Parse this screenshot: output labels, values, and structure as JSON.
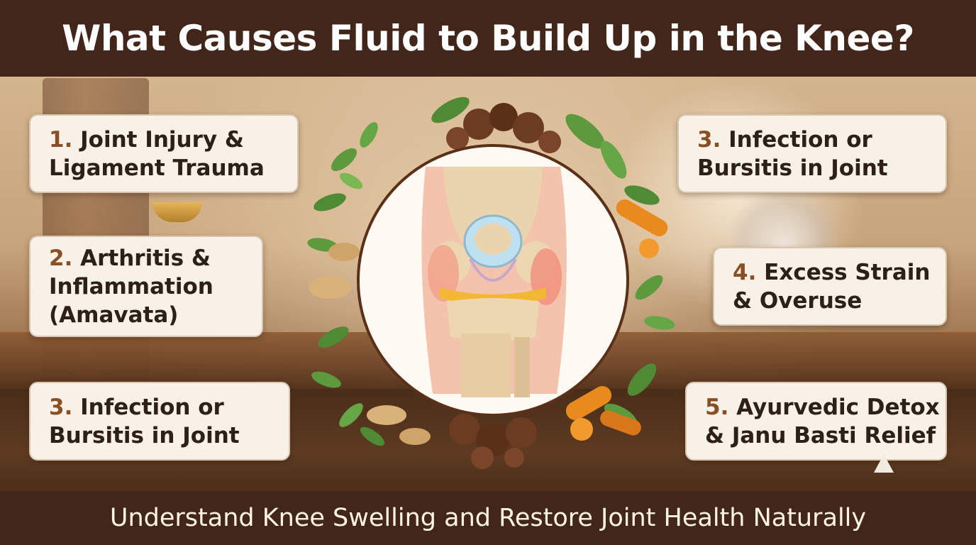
{
  "header": {
    "title": "What Causes Fluid to Build Up in the Knee?"
  },
  "cards": [
    {
      "number": "1. ",
      "lines": [
        "Joint Injury &",
        "Ligament Trauma"
      ]
    },
    {
      "number": "2. ",
      "lines": [
        "Arthritis &",
        "Inflammation",
        "(Amavata)"
      ]
    },
    {
      "number": "3. ",
      "lines": [
        "Infection or",
        "Bursitis in Joint"
      ]
    },
    {
      "number": "3. ",
      "lines": [
        "Infection or",
        "Bursitis in Joint"
      ]
    },
    {
      "number": "4. ",
      "lines": [
        "Excess Strain",
        "& Overuse"
      ]
    },
    {
      "number": "5. ",
      "lines": [
        "Ayurvedic Detox",
        "& Janu Basti Relief"
      ]
    }
  ],
  "footer": {
    "subtitle": "Understand Knee Swelling and Restore Joint Health Naturally"
  },
  "colors": {
    "banner": "#42261a",
    "card_bg": "#f7f1e8",
    "number_accent": "#8a4f22",
    "turmeric": "#e98a1e",
    "leaf": "#4f8a35"
  }
}
